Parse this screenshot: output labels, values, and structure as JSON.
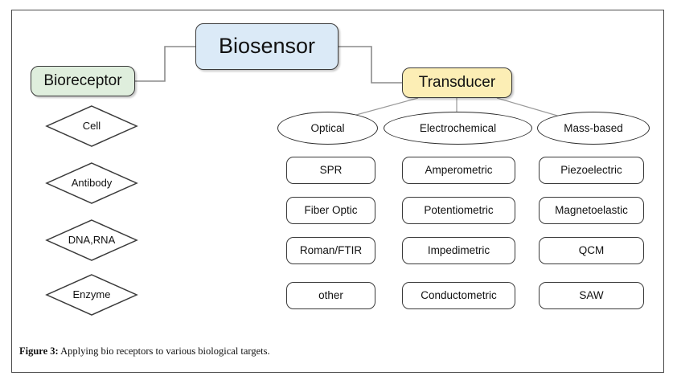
{
  "figure": {
    "caption_label": "Figure 3:",
    "caption_text": " Applying bio receptors to various biological targets."
  },
  "colors": {
    "biosensor_fill": "#dbeaf7",
    "bioreceptor_fill": "#dfeedd",
    "transducer_fill": "#fceeb5",
    "stroke": "#3a3a3a",
    "connector": "#8c8c8c",
    "frame": "#4a4a4a"
  },
  "diagram": {
    "type": "hierarchy-flowchart",
    "root": {
      "label": "Biosensor"
    },
    "branches": [
      {
        "label": "Bioreceptor"
      },
      {
        "label": "Transducer"
      }
    ],
    "bioreceptor_items": [
      {
        "label": "Cell"
      },
      {
        "label": "Antibody"
      },
      {
        "label": "DNA,RNA"
      },
      {
        "label": "Enzyme"
      }
    ],
    "transducer_groups": [
      {
        "label": "Optical",
        "items": [
          {
            "label": "SPR"
          },
          {
            "label": "Fiber Optic"
          },
          {
            "label": "Roman/FTIR"
          },
          {
            "label": "other"
          }
        ]
      },
      {
        "label": "Electrochemical",
        "items": [
          {
            "label": "Amperometric"
          },
          {
            "label": "Potentiometric"
          },
          {
            "label": "Impedimetric"
          },
          {
            "label": "Conductometric"
          }
        ]
      },
      {
        "label": "Mass-based",
        "items": [
          {
            "label": "Piezoelectric"
          },
          {
            "label": "Magnetoelastic"
          },
          {
            "label": "QCM"
          },
          {
            "label": "SAW"
          }
        ]
      }
    ]
  }
}
